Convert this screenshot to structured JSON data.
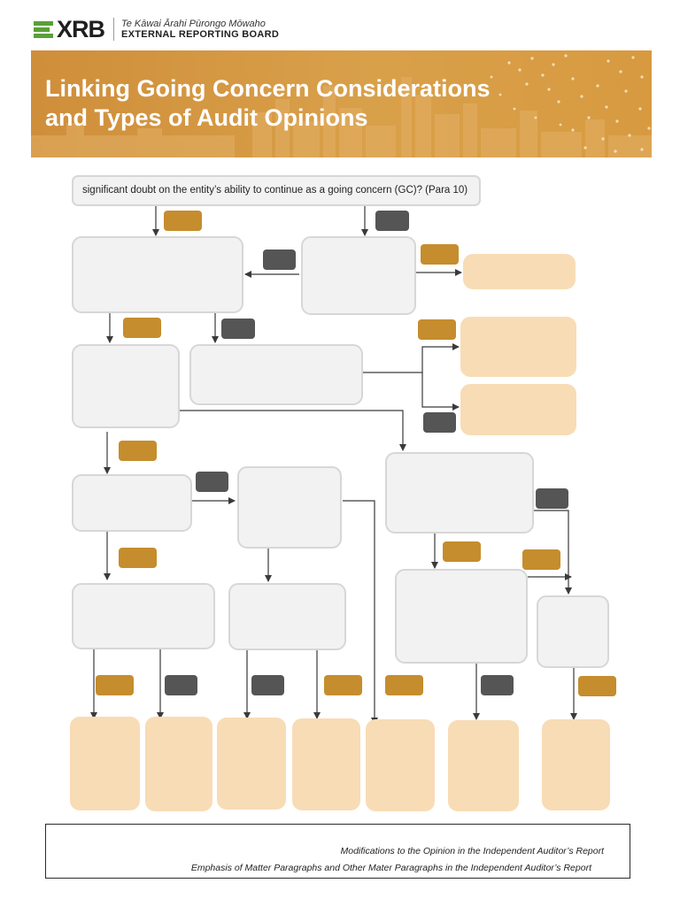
{
  "logo": {
    "wordmark": "XRB",
    "maori_name": "Te Kāwai Ārahi Pūrongo Mōwaho",
    "board_name": "EXTERNAL REPORTING BOARD"
  },
  "banner": {
    "title_line1": "Linking Going Concern Considerations",
    "title_line2": "and Types of Audit Opinions"
  },
  "flowchart": {
    "top_question": "significant doubt on the entity’s ability to continue as a going concern (GC)? (Para 10)"
  },
  "footer": {
    "line1": "Modifications to the Opinion in the Independent Auditor’s Report",
    "line2": "Emphasis of Matter Paragraphs and Other Mater Paragraphs in the Independent Auditor’s Report"
  },
  "colors": {
    "banner": "#d39640",
    "yes_tag": "#c58d2d",
    "no_tag": "#555555",
    "question_box": "#f2f2f2",
    "result_box": "#f8dcb6",
    "logo_green": "#58a135"
  }
}
